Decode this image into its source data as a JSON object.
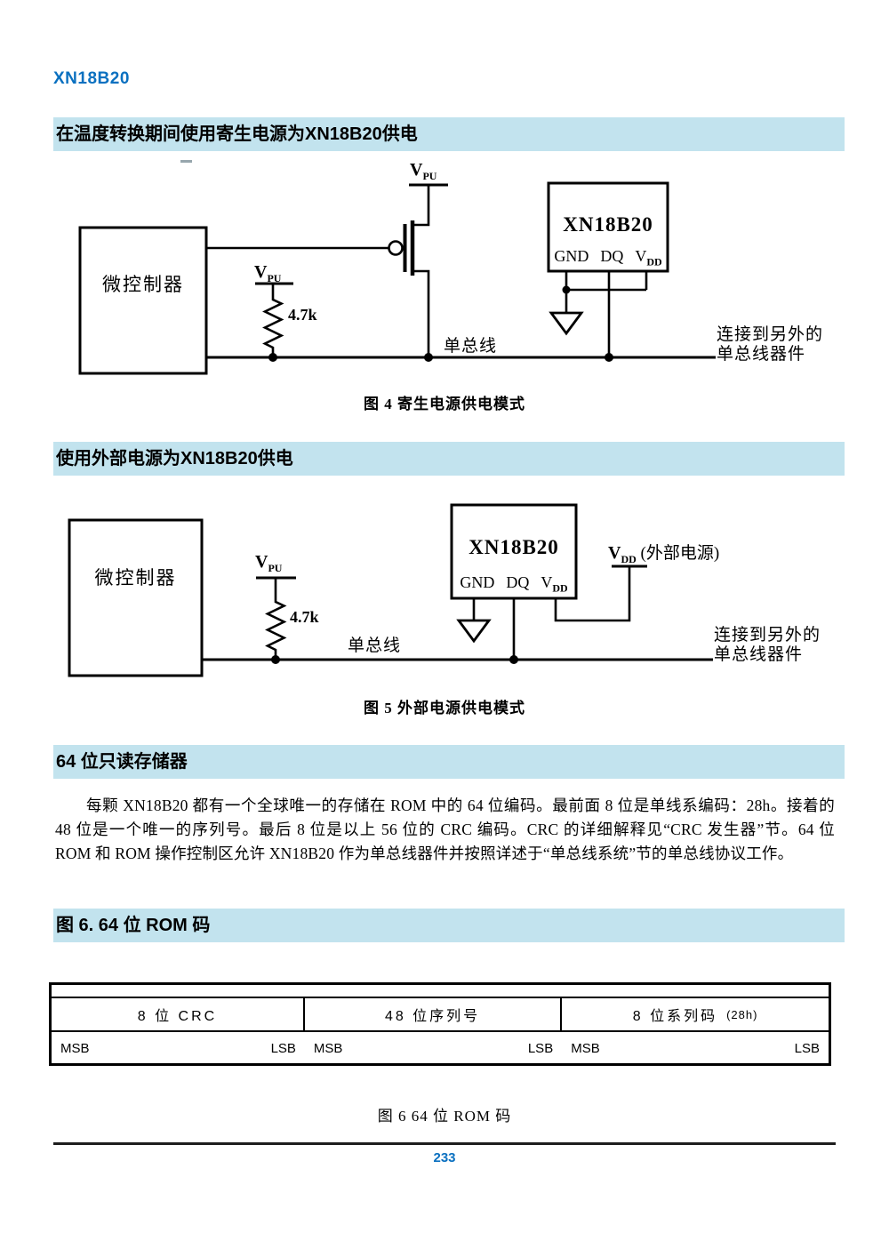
{
  "header": {
    "brand": "XN18B20"
  },
  "sections": [
    {
      "title": "在温度转换期间使用寄生电源为XN18B20供电"
    },
    {
      "title": "使用外部电源为XN18B20供电"
    },
    {
      "title": "64 位只读存储器"
    },
    {
      "title": "图 6. 64 位 ROM 码"
    }
  ],
  "figure4": {
    "mcu_label": "微控制器",
    "mosfet_vpu_base": "V",
    "mosfet_vpu_sub": "PU",
    "pullup_vpu_base": "V",
    "pullup_vpu_sub": "PU",
    "resistor_value": "4.7k",
    "bus_label": "单总线",
    "chip_name": "XN18B20",
    "pin_gnd": "GND",
    "pin_dq": "DQ",
    "pin_vdd_base": "V",
    "pin_vdd_sub": "DD",
    "connect_line1": "连接到另外的",
    "connect_line2": "单总线器件",
    "caption": "图 4 寄生电源供电模式"
  },
  "figure5": {
    "mcu_label": "微控制器",
    "pullup_vpu_base": "V",
    "pullup_vpu_sub": "PU",
    "resistor_value": "4.7k",
    "bus_label": "单总线",
    "chip_name": "XN18B20",
    "pin_gnd": "GND",
    "pin_dq": "DQ",
    "pin_vdd_base": "V",
    "pin_vdd_sub": "DD",
    "ext_vdd_base": "V",
    "ext_vdd_sub": "DD",
    "ext_vdd_note": "(外部电源)",
    "connect_line1": "连接到另外的",
    "connect_line2": "单总线器件",
    "caption": "图 5 外部电源供电模式"
  },
  "rom_section": {
    "paragraph": "每颗 XN18B20 都有一个全球唯一的存储在 ROM 中的 64 位编码。最前面 8 位是单线系编码：28h。接着的 48 位是一个唯一的序列号。最后 8 位是以上 56 位的 CRC 编码。CRC 的详细解释见“CRC 发生器”节。64 位 ROM 和 ROM 操作控制区允许 XN18B20 作为单总线器件并按照详述于“单总线系统”节的单总线协议工作。"
  },
  "rom_table": {
    "col1": "8 位 CRC",
    "col2": "48 位序列号",
    "col3": "8 位系列码",
    "col3_suffix": "(28h)",
    "msb": "MSB",
    "lsb": "LSB",
    "caption": "图 6 64 位 ROM 码"
  },
  "footer": {
    "page_number": "233"
  },
  "colors": {
    "accent_blue": "#0A70C0",
    "section_band_bg": "#C2E3EE"
  }
}
